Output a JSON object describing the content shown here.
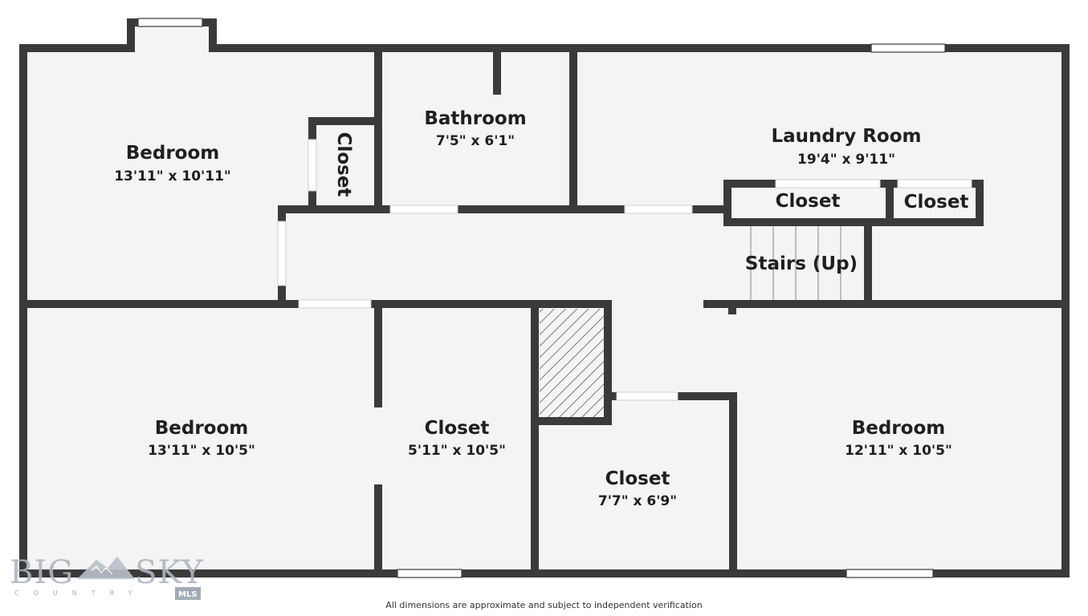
{
  "rooms": [
    {
      "name": "Bedroom",
      "dims": "13'11\" x 10'11\""
    },
    {
      "name": "Closet"
    },
    {
      "name": "Bathroom",
      "dims": "7'5\" x 6'1\""
    },
    {
      "name": "Laundry Room",
      "dims": "19'4\" x 9'11\""
    },
    {
      "name": "Closet"
    },
    {
      "name": "Closet"
    },
    {
      "name": "Stairs (Up)"
    },
    {
      "name": "Bedroom",
      "dims": "13'11\" x 10'5\""
    },
    {
      "name": "Closet",
      "dims": "5'11\" x 10'5\""
    },
    {
      "name": "Closet",
      "dims": "7'7\" x 6'9\""
    },
    {
      "name": "Bedroom",
      "dims": "12'11\" x 10'5\""
    }
  ],
  "footer": "All dimensions are approximate and subject to independent verification",
  "logo": {
    "big": "BIG",
    "sky": "SKY",
    "country": "COUNTRY",
    "mls": "MLS"
  },
  "colors": {
    "wall": "#3a3a3a",
    "floor": "#f4f4f4",
    "window": "#ffffff"
  }
}
